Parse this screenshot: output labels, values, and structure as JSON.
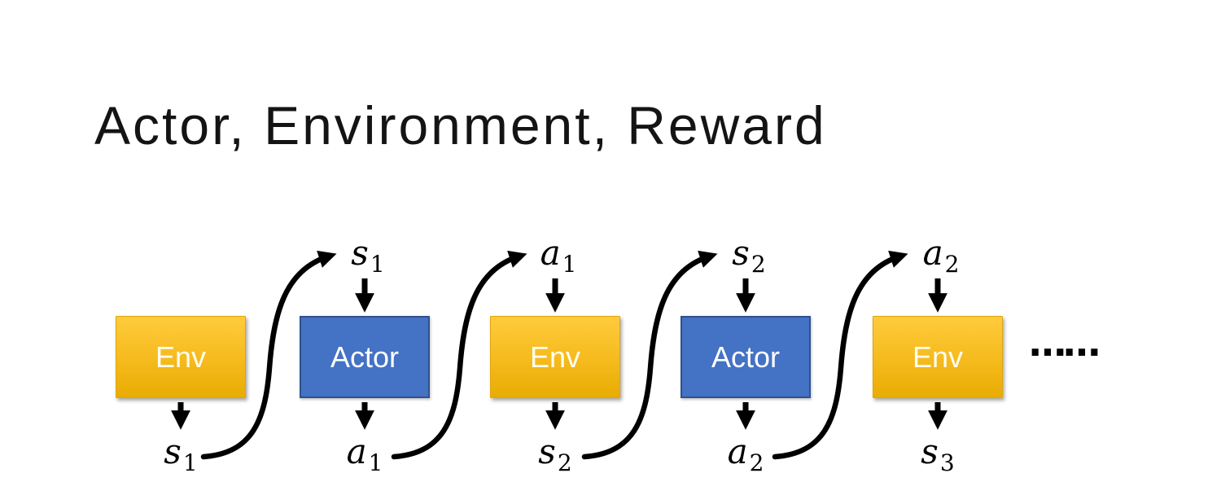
{
  "title": "Actor, Environment, Reward",
  "diagram": {
    "boxes": [
      {
        "id": "env-1",
        "label": "Env",
        "kind": "env"
      },
      {
        "id": "actor-1",
        "label": "Actor",
        "kind": "actor"
      },
      {
        "id": "env-2",
        "label": "Env",
        "kind": "env"
      },
      {
        "id": "actor-2",
        "label": "Actor",
        "kind": "actor"
      },
      {
        "id": "env-3",
        "label": "Env",
        "kind": "env"
      }
    ],
    "top_labels": [
      {
        "base": "s",
        "sub": "1"
      },
      {
        "base": "a",
        "sub": "1"
      },
      {
        "base": "s",
        "sub": "2"
      },
      {
        "base": "a",
        "sub": "2"
      }
    ],
    "bottom_labels": [
      {
        "base": "s",
        "sub": "1"
      },
      {
        "base": "a",
        "sub": "1"
      },
      {
        "base": "s",
        "sub": "2"
      },
      {
        "base": "a",
        "sub": "2"
      },
      {
        "base": "s",
        "sub": "3"
      }
    ],
    "ellipsis": "……"
  },
  "colors": {
    "env_gradient_top": "#FFCB3D",
    "env_gradient_bottom": "#E9AC04",
    "actor_fill": "#4472C4",
    "actor_border": "#2F528F",
    "arrow": "#000000",
    "text_on_box": "#FFFFFF",
    "title_text": "#141414"
  }
}
